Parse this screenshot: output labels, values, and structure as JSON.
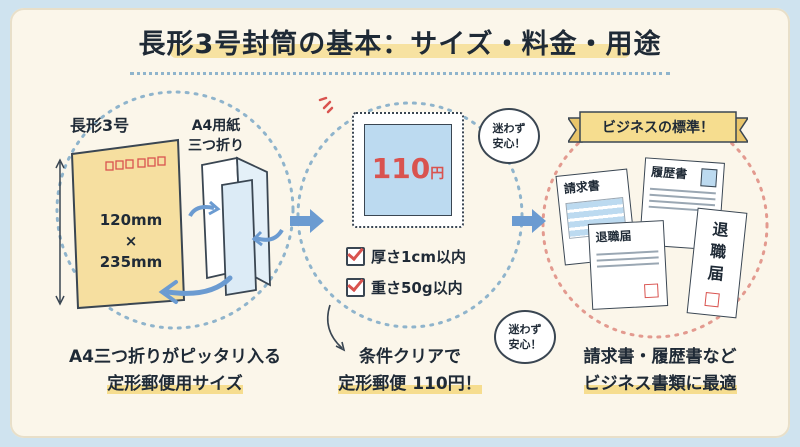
{
  "title": "長形3号封筒の基本：サイズ・料金・用途",
  "left": {
    "envelope_label": "長形3号",
    "paper_label_line1": "A4用紙",
    "paper_label_line2": "三つ折り",
    "dims_width": "120mm",
    "dims_times": "×",
    "dims_height": "235mm",
    "caption_line1": "A4三つ折りがピッタリ入る",
    "caption_line2": "定形郵便用サイズ"
  },
  "middle": {
    "stamp_price": "110",
    "stamp_unit": "円",
    "bubble_top_line1": "迷わず",
    "bubble_top_line2": "安心！",
    "checks": [
      "厚さ1cm以内",
      "重さ50g以内"
    ],
    "bubble_bottom_line1": "迷わず",
    "bubble_bottom_line2": "安心！",
    "caption_line1": "条件クリアで",
    "caption_line2": "定形郵便 110円！"
  },
  "right": {
    "banner": "ビジネスの標準！",
    "doc_invoice": "請求書",
    "doc_resume": "履歴書",
    "doc_resignation": "退職届",
    "env_line1": "退",
    "env_line2": "職",
    "env_line3": "届",
    "caption_line1": "請求書・履歴書など",
    "caption_line2": "ビジネス書類に最適"
  },
  "colors": {
    "background": "#cfe3ef",
    "card": "#fbf6ea",
    "highlight": "#f6dd8f",
    "arrow": "#6b9bd1",
    "stamp_red": "#d9534f",
    "envelope": "#f6dfa0"
  }
}
